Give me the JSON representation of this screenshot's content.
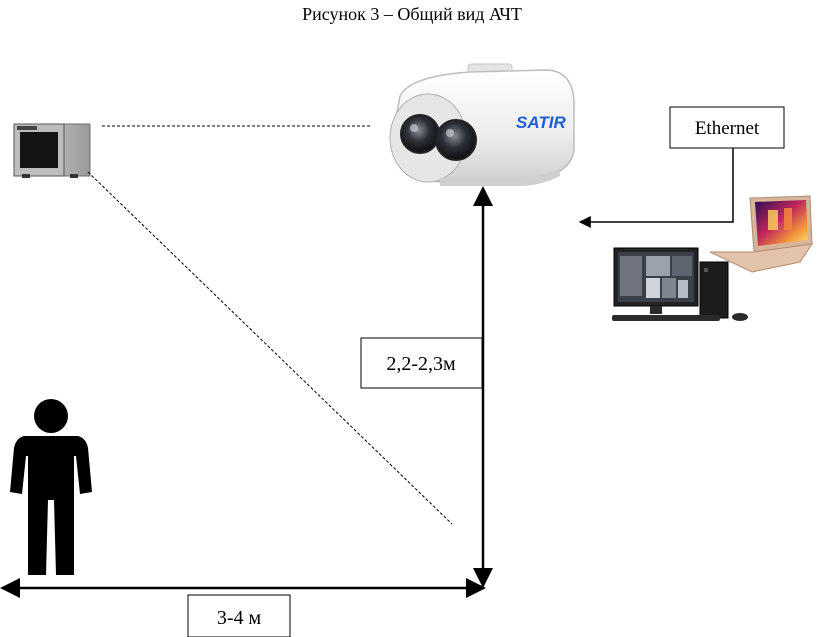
{
  "caption": "Рисунок 3 – Общий вид АЧТ",
  "labels": {
    "network": "Ethernet",
    "height": "2,2-2,3м",
    "distance": "3-4 м",
    "camera_brand": "SATIR"
  },
  "colors": {
    "line": "#000000",
    "brand": "#1f5fd6",
    "camera_body": "#f2f2f2",
    "screen_warm": "#e8733a"
  },
  "icons": {
    "blackbody": "blackbody-device-icon",
    "camera": "thermal-camera-icon",
    "workstation": "computer-workstation-icon",
    "laptop": "laptop-icon",
    "person": "person-icon"
  }
}
